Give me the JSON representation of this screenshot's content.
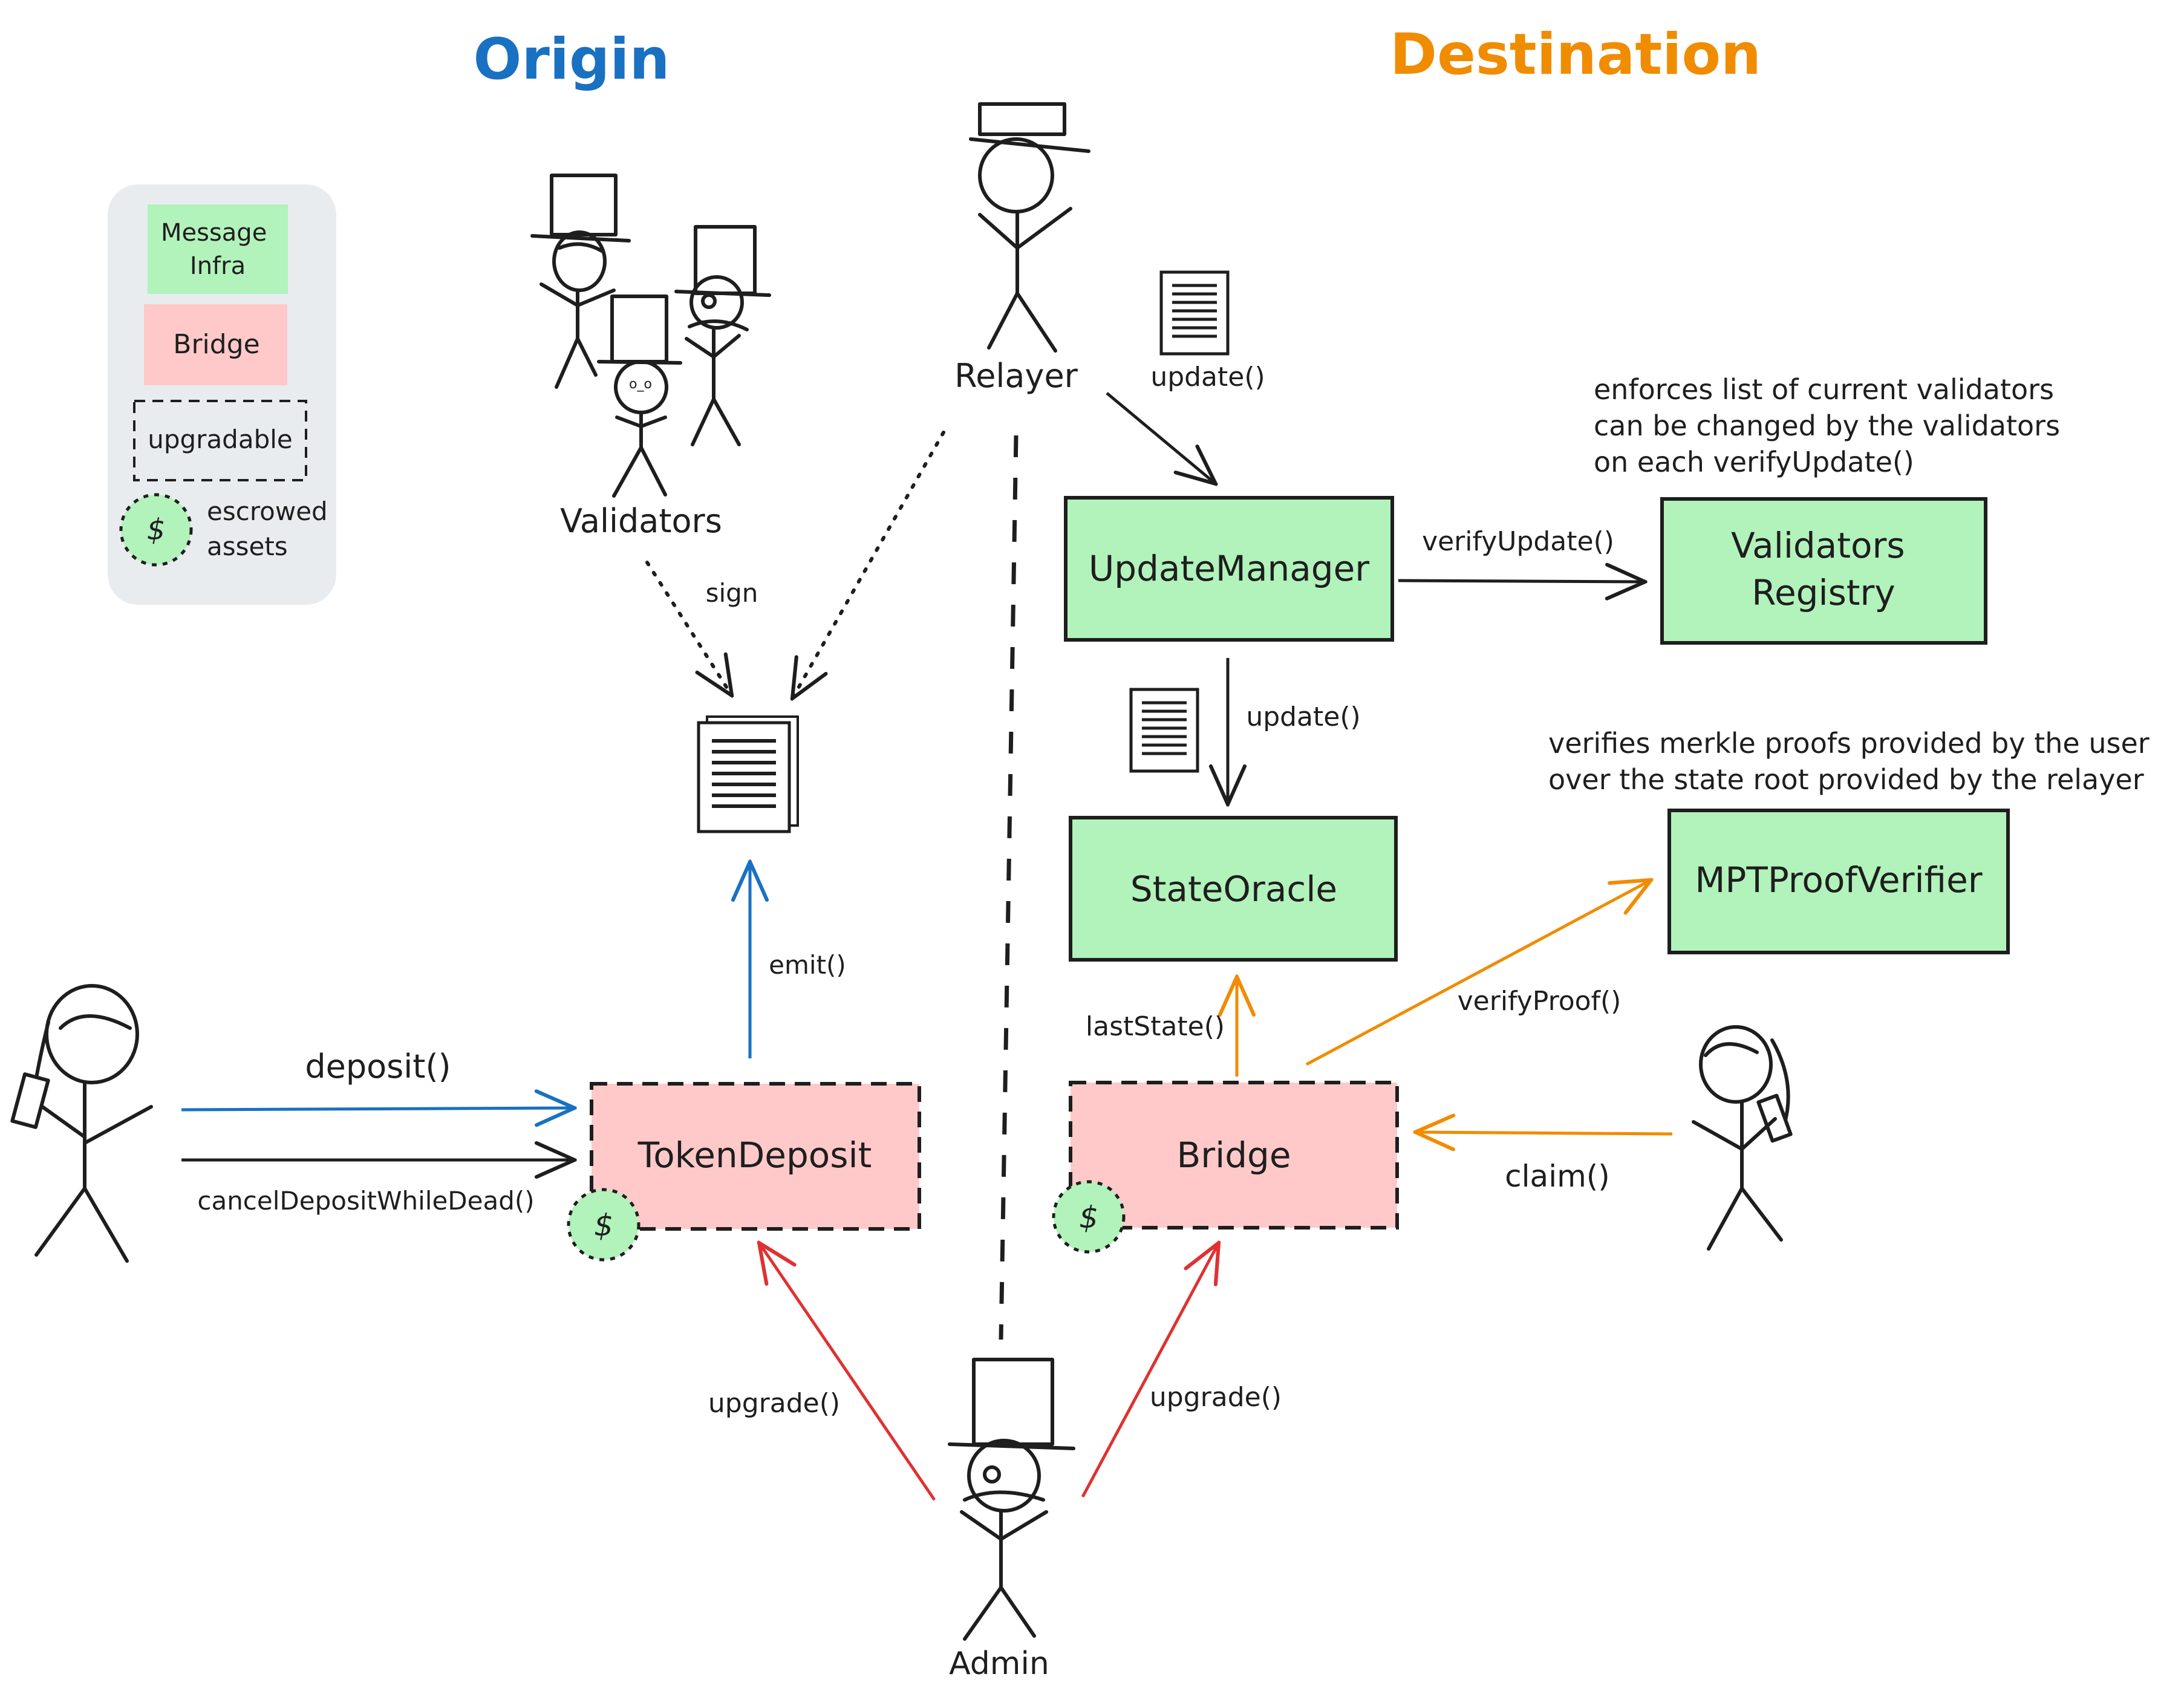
{
  "titles": {
    "origin": "Origin",
    "destination": "Destination"
  },
  "legend": {
    "message_infra": "Message\nInfra",
    "bridge": "Bridge",
    "upgradable": "upgradable",
    "escrowed": "escrowed\nassets",
    "dollar": "$"
  },
  "actors": {
    "validators": "Validators",
    "relayer": "Relayer",
    "admin": "Admin"
  },
  "boxes": {
    "update_manager": "UpdateManager",
    "validators_registry": "Validators\nRegistry",
    "state_oracle": "StateOracle",
    "mpt_proof_verifier": "MPTProofVerifier",
    "token_deposit": "TokenDeposit",
    "bridge": "Bridge"
  },
  "edges": {
    "sign": "sign",
    "update_relayer": "update()",
    "verify_update": "verifyUpdate()",
    "update_oracle": "update()",
    "emit": "emit()",
    "deposit": "deposit()",
    "cancel": "cancelDepositWhileDead()",
    "last_state": "lastState()",
    "verify_proof": "verifyProof()",
    "claim": "claim()",
    "upgrade_left": "upgrade()",
    "upgrade_right": "upgrade()"
  },
  "notes": {
    "validators_registry": "enforces list of current validators\ncan be changed by the validators\non each verifyUpdate()",
    "mpt": "verifies merkle proofs provided by the user\nover the state root provided by the relayer"
  },
  "colors": {
    "origin_blue": "#1971c2",
    "destination_orange": "#f08c00",
    "upgrade_red": "#e03131",
    "message_green": "#b2f2bb",
    "bridge_pink": "#ffc9c9",
    "legend_bg": "#e9ecef",
    "ink": "#1e1e1e"
  },
  "icons": {
    "document": "document-icon",
    "dollar_badge": "escrow-dollar-icon",
    "stick_figure": "stick-figure-icon"
  }
}
